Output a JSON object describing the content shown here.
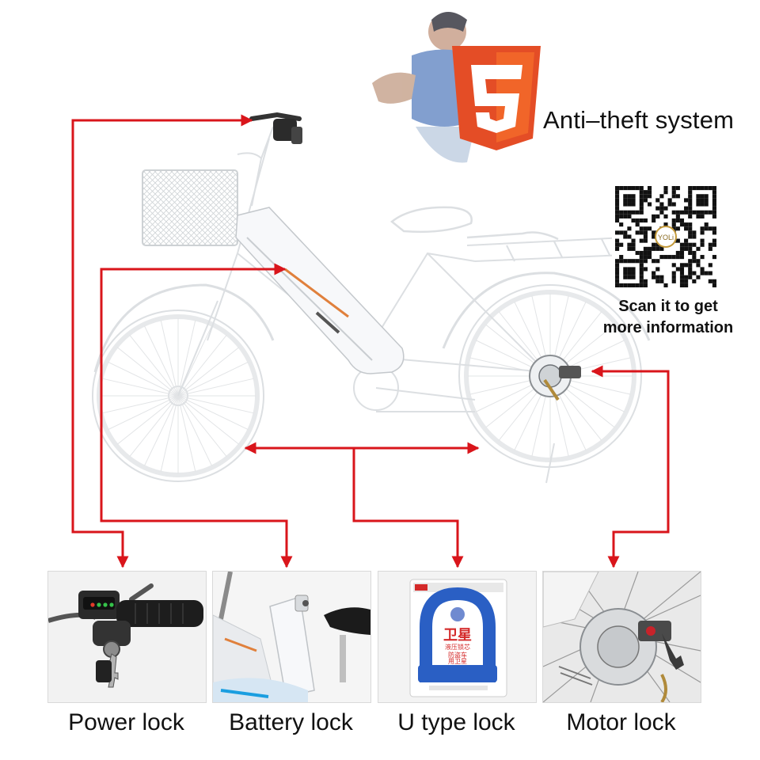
{
  "header": {
    "title": "Anti–theft system"
  },
  "qr": {
    "line1": "Scan it to get",
    "line2": "more information",
    "logo_text": "YOLi"
  },
  "locks": [
    {
      "label": "Power lock"
    },
    {
      "label": "Battery lock"
    },
    {
      "label": "U type lock"
    },
    {
      "label": "Motor lock"
    }
  ],
  "package": {
    "brand": "卫星",
    "line1": "液压锁芯",
    "line2": "防盗车",
    "line3": "用卫星"
  },
  "colors": {
    "arrow": "#d9151b",
    "shield_orange": "#e44d26",
    "shield_light": "#f16529",
    "lock_blue": "#2a5fc4"
  }
}
